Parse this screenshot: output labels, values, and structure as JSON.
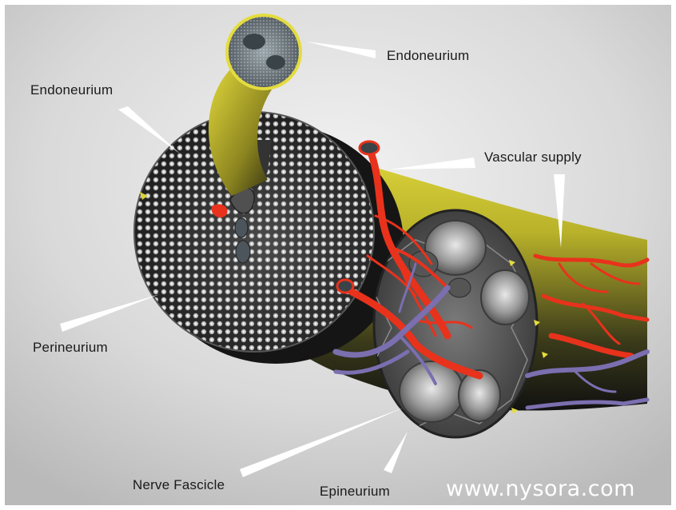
{
  "labels": {
    "endoneurium_top": "Endoneurium",
    "endoneurium_left": "Endoneurium",
    "vascular_supply": "Vascular supply",
    "perineurium": "Perineurium",
    "nerve_fascicle": "Nerve Fascicle",
    "epineurium": "Epineurium"
  },
  "watermark": "www.nysora.com",
  "colors": {
    "background": "#d8d8d8",
    "nerve_yellow": "#d9d23a",
    "artery_red": "#e8321c",
    "vein_purple": "#7b6fb0",
    "fascicle_dark": "#2a2a2a"
  }
}
